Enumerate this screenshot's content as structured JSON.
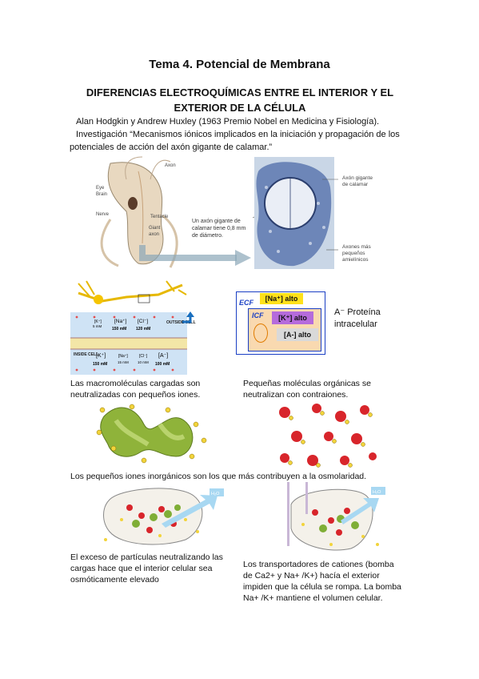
{
  "title": "Tema 4. Potencial de Membrana",
  "heading": "DIFERENCIAS ELECTROQUÍMICAS ENTRE EL INTERIOR Y EL EXTERIOR DE LA CÉLULA",
  "authors": "Alan Hodgkin y Andrew Huxley (1963 Premio Nobel en Medicina y Fisiología).",
  "research": "Investigación “Mecanismos iónicos implicados en la iniciación y propagación de los potenciales de acción del axón gigante de calamar.”",
  "squid_fig": {
    "labels": {
      "axon": "Axon",
      "eye": "Eye",
      "brain": "Brain",
      "nerve": "Nerve",
      "tentacle": "Tentacle",
      "giant_axon_1": "Giant",
      "giant_axon_2": "axon"
    },
    "callout_1": "Un axón gigante de",
    "callout_2": "calamar tiene 0,8 mm",
    "callout_3": "de diámetro.",
    "right_label_1a": "Axón gigante",
    "right_label_1b": "de calamar",
    "right_label_2a": "Axones más",
    "right_label_2b": "pequeños",
    "right_label_2c": "amielínicos"
  },
  "membrane_fig": {
    "outside": "OUTSIDE CELL",
    "inside": "INSIDE CELL",
    "top_ions": [
      {
        "ion": "[K⁺]",
        "conc": "5 mM"
      },
      {
        "ion": "[Na⁺]",
        "conc": "150 mM"
      },
      {
        "ion": "[Cl⁻]",
        "conc": "120 mM"
      }
    ],
    "bottom_ions": [
      {
        "ion": "[K⁺]",
        "conc": "150 mM"
      },
      {
        "ion": "[Na⁺]",
        "conc": "15 mM"
      },
      {
        "ion": "[Cl⁻]",
        "conc": "10 mM"
      },
      {
        "ion": "[A⁻]",
        "conc": "100 mM"
      }
    ]
  },
  "ecf_fig": {
    "ecf": "ECF",
    "icf": "ICF",
    "na": "[Na⁺] alto",
    "k": "[K⁺] alto",
    "a": "[A-] alto",
    "note_1": "A⁻ Proteína",
    "note_2": "intracelular"
  },
  "caption_left_1": "Las macromoléculas cargadas son neutralizadas con pequeños iones.",
  "caption_right_1": "Pequeñas moléculas orgánicas se neutralizan con contraiones.",
  "caption_full": "Los pequeños iones inorgánicos son los que más contribuyen a la osmolaridad.",
  "cell_fig_1": {
    "arrow_label": "H₂O"
  },
  "cell_fig_2": {
    "arrow_label": "H₂O"
  },
  "caption_left_2": "El exceso de partículas neutralizando las cargas hace que el interior celular sea osmóticamente elevado",
  "caption_right_2": "Los transportadores de cationes (bomba de Ca2+ y Na+ /K+) hacía el exterior impiden que la célula se rompa. La bomba Na+ /K+ mantiene el volumen celular.",
  "colors": {
    "ecf_blue": "#1a3fc4",
    "na_yellow": "#ffe11a",
    "k_purple": "#b56bdc",
    "a_gray": "#d9d9d9",
    "icf_peach": "#f9d9b0"
  }
}
